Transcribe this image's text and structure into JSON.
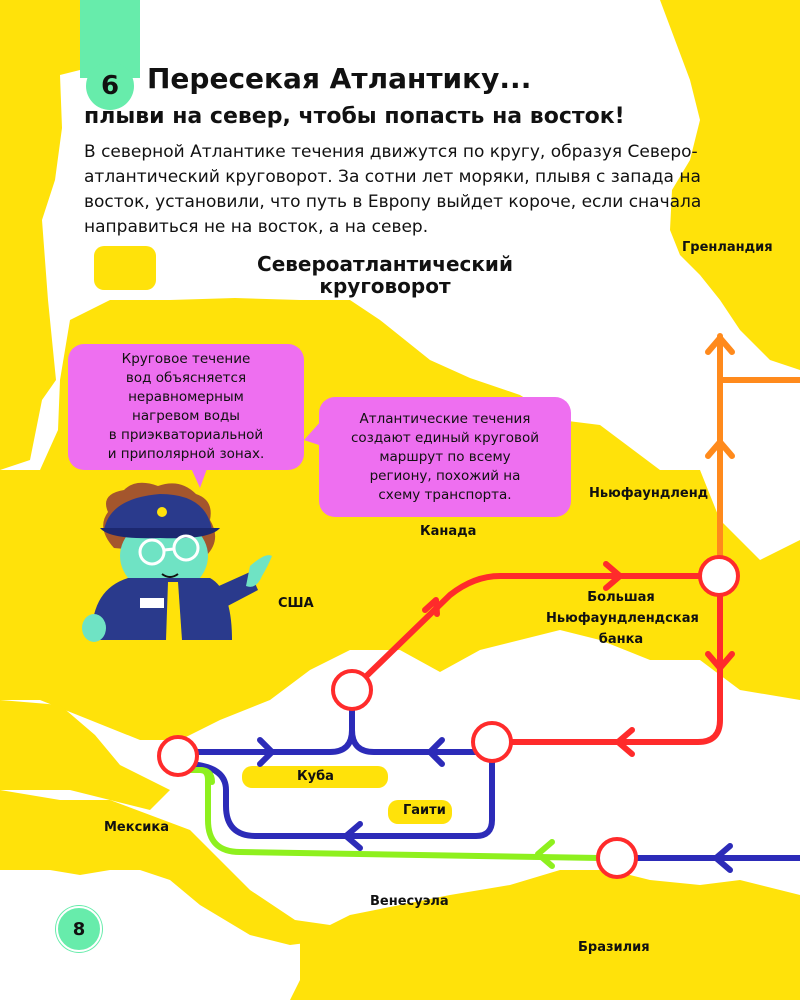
{
  "header": {
    "number": "6",
    "title": "Пересекая Атлантику...",
    "subtitle": "плыви на север, чтобы попасть на восток!"
  },
  "intro_lines": [
    "В северной Атлантике течения движутся по кругу, образуя Северо-",
    "атлантический круговорот. За сотни лет моряки, плывя с запада на",
    "восток, установили, что путь в Европу выйдет короче, если сначала",
    "направиться не на восток, а на север."
  ],
  "map": {
    "title_lines": [
      "Североатлантический",
      "круговорот"
    ],
    "labels": {
      "greenland": "Гренландия",
      "newfoundland": "Ньюфаундленд",
      "canada": "Канада",
      "usa": "США",
      "grand_banks": [
        "Большая",
        "Ньюфаундлендская",
        "банка"
      ],
      "cuba": "Куба",
      "haiti": "Гаити",
      "mexico": "Мексика",
      "venezuela": "Венесуэла",
      "brazil": "Бразилия"
    },
    "colors": {
      "land": "#ffe20a",
      "red_line": "#ff2b2b",
      "blue_line": "#2c2bb8",
      "orange_line": "#ff8a1c",
      "green_line": "#8ef01e",
      "bubble": "#ee6ff0",
      "accent": "#67ecab"
    }
  },
  "bubbles": {
    "left": [
      "Круговое течение",
      "вод объясняется",
      "неравномерным",
      "нагревом воды",
      "в приэкваториальной",
      "и приполярной зонах."
    ],
    "right": [
      "Атлантические течения",
      "создают единый круговой",
      "маршрут по всему",
      "региону, похожий на",
      "схему транспорта."
    ]
  },
  "page_number": "8"
}
